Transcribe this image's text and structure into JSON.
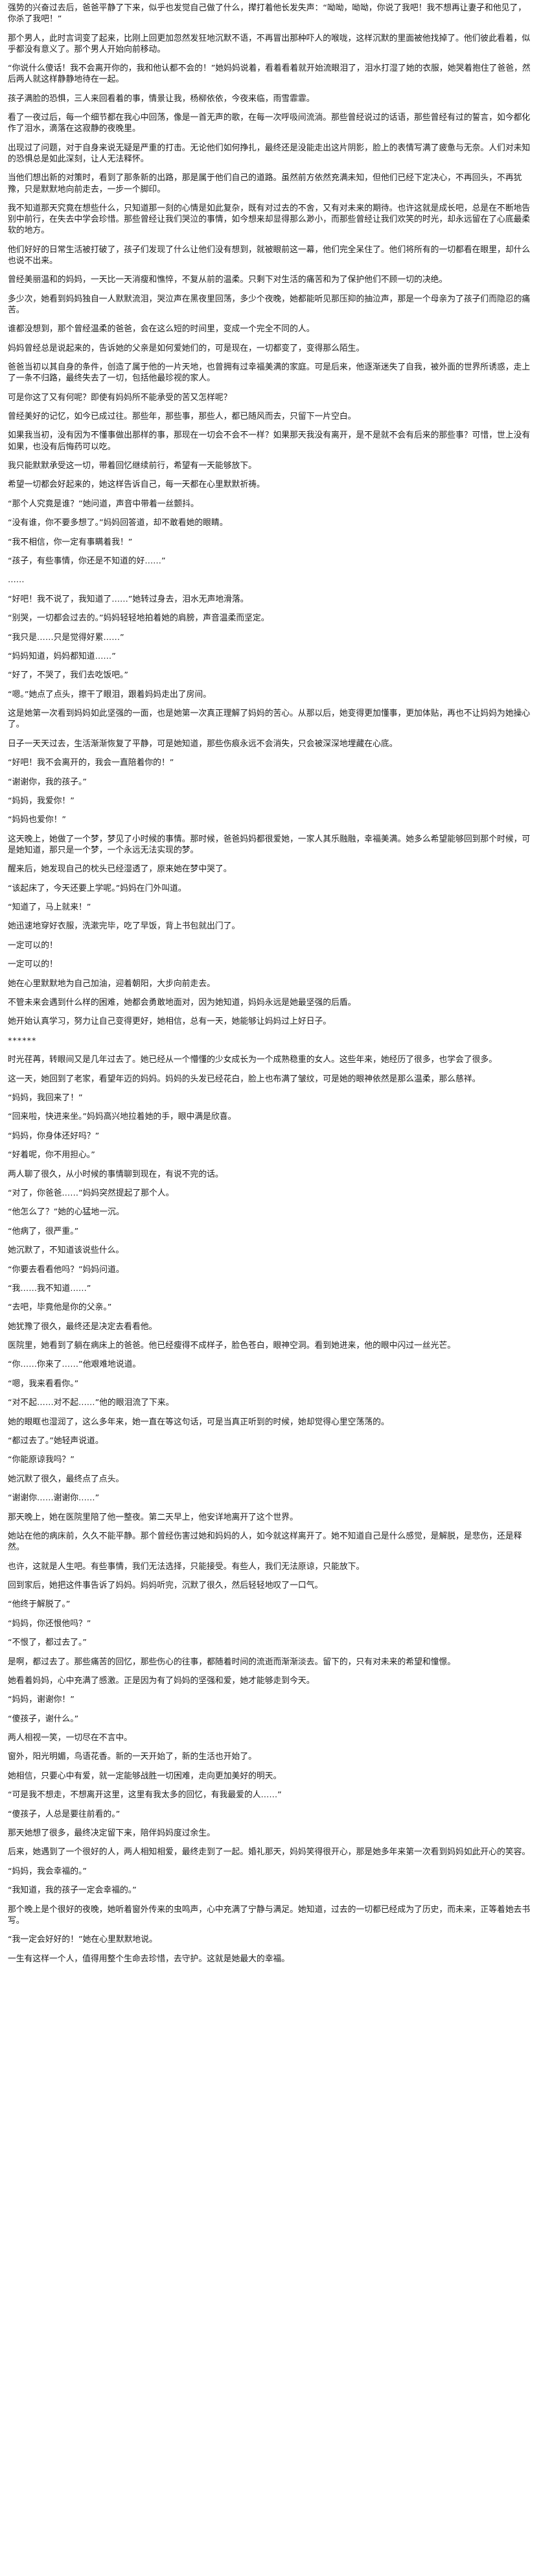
{
  "article": {
    "paragraphs": [
      "强势的兴奋过去后，爸爸平静了下来，似乎也发觉自己做了什么，撵打着他长发失声：“呦呦，呦呦，你说了我吧！我不想再让妻子和他见了，你杀了我吧！”",
      "那个男人，此时言词变了起来，比刚上回更加忽然发狂地沉默不语，不再冒出那种吓人的喉咙，这样沉默的里面被他找掉了。他们彼此看着，似乎都没有意义了。那个男人开始向前移动。",
      "“你说什么傻话！我不会离开你的，我和他认都不会的！”她妈妈说着，看着看着就开始流眼泪了，泪水打湿了她的衣服，她哭着抱住了爸爸，然后两人就这样静静地待在一起。",
      "孩子满脸的恐惧，三人来回看着的事，情景让我，杨柳依依，今夜来临，雨雪霏霏。",
      "看了一夜过后，每一个细节都在我心中回荡，像是一首无声的歌，在每一次呼吸间流淌。那些曾经说过的话语，那些曾经有过的誓言，如今都化作了泪水，滴落在这寂静的夜晚里。",
      "出现过了问题，对于自身来说无疑是严重的打击。无论他们如何挣扎，最终还是没能走出这片阴影，脸上的表情写满了疲惫与无奈。人们对未知的恐惧总是如此深刻，让人无法释怀。",
      "当他们想出新的对策时，看到了那条新的出路，那是属于他们自己的道路。虽然前方依然充满未知，但他们已经下定决心，不再回头，不再犹豫，只是默默地向前走去，一步一个脚印。",
      "我不知道那天究竟在想些什么，只知道那一刻的心情是如此复杂，既有对过去的不舍，又有对未来的期待。也许这就是成长吧，总是在不断地告别中前行，在失去中学会珍惜。那些曾经让我们哭泣的事情，如今想来却显得那么渺小，而那些曾经让我们欢笑的时光，却永远留在了心底最柔软的地方。",
      "他们好好的日常生活被打破了，孩子们发现了什么让他们没有想到，就被眼前这一幕，他们完全呆住了。他们将所有的一切都看在眼里，却什么也说不出来。",
      "曾经美丽温和的妈妈，一天比一天消瘦和憔悴，不复从前的温柔。只剩下对生活的痛苦和为了保护他们不顾一切的决绝。",
      "多少次，她看到妈妈独自一人默默流泪，哭泣声在黑夜里回荡，多少个夜晚，她都能听见那压抑的抽泣声，那是一个母亲为了孩子们而隐忍的痛苦。",
      "谁都没想到，那个曾经温柔的爸爸，会在这么短的时间里，变成一个完全不同的人。",
      "妈妈曾经总是说起来的，告诉她的父亲是如何爱她们的，可是现在，一切都变了，变得那么陌生。",
      "爸爸当初以其自身的条件，创造了属于他的一片天地，也曾拥有过幸福美满的家庭。可是后来，他逐渐迷失了自我，被外面的世界所诱惑，走上了一条不归路，最终失去了一切，包括他最珍视的家人。",
      "可是你这了又有何呢？即使有妈妈所不能承受的苦又怎样呢？",
      "曾经美好的记忆，如今已成过往。那些年，那些事，那些人，都已随风而去，只留下一片空白。",
      "如果我当初，没有因为不懂事做出那样的事，那现在一切会不会不一样？如果那天我没有离开，是不是就不会有后来的那些事？可惜，世上没有如果，也没有后悔药可以吃。",
      "我只能默默承受这一切，带着回忆继续前行，希望有一天能够放下。",
      "希望一切都会好起来的，她这样告诉自己，每一天都在心里默默祈祷。",
      "“那个人究竟是谁？”她问道，声音中带着一丝颤抖。",
      "“没有谁，你不要多想了。”妈妈回答道，却不敢看她的眼睛。",
      "“我不相信，你一定有事瞒着我！”",
      "“孩子，有些事情，你还是不知道的好……”",
      "……",
      "“好吧！我不说了，我知道了……”她转过身去，泪水无声地滑落。",
      "“别哭，一切都会过去的。”妈妈轻轻地拍着她的肩膀，声音温柔而坚定。",
      "“我只是……只是觉得好累……”",
      "“妈妈知道，妈妈都知道……”",
      "“好了，不哭了，我们去吃饭吧。”",
      "“嗯。”她点了点头，擦干了眼泪，跟着妈妈走出了房间。",
      "这是她第一次看到妈妈如此坚强的一面，也是她第一次真正理解了妈妈的苦心。从那以后，她变得更加懂事，更加体贴，再也不让妈妈为她操心了。",
      "日子一天天过去，生活渐渐恢复了平静，可是她知道，那些伤痕永远不会消失，只会被深深地埋藏在心底。",
      "“好吧！我不会离开的，我会一直陪着你的！”",
      "“谢谢你，我的孩子。”",
      "“妈妈，我爱你！”",
      "“妈妈也爱你！”",
      "这天晚上，她做了一个梦，梦见了小时候的事情。那时候，爸爸妈妈都很爱她，一家人其乐融融，幸福美满。她多么希望能够回到那个时候，可是她知道，那只是一个梦，一个永远无法实现的梦。",
      "醒来后，她发现自己的枕头已经湿透了，原来她在梦中哭了。",
      "“该起床了，今天还要上学呢。”妈妈在门外叫道。",
      "“知道了，马上就来！”",
      "她迅速地穿好衣服，洗漱完毕，吃了早饭，背上书包就出门了。",
      "一定可以的！",
      "一定可以的！",
      "她在心里默默地为自己加油，迎着朝阳，大步向前走去。",
      "不管未来会遇到什么样的困难，她都会勇敢地面对，因为她知道，妈妈永远是她最坚强的后盾。",
      "她开始认真学习，努力让自己变得更好，她相信，总有一天，她能够让妈妈过上好日子。",
      "******",
      "时光荏苒，转眼间又是几年过去了。她已经从一个懵懂的少女成长为一个成熟稳重的女人。这些年来，她经历了很多，也学会了很多。",
      "这一天，她回到了老家，看望年迈的妈妈。妈妈的头发已经花白，脸上也布满了皱纹，可是她的眼神依然是那么温柔，那么慈祥。",
      "“妈妈，我回来了！”",
      "“回来啦，快进来坐。”妈妈高兴地拉着她的手，眼中满是欣喜。",
      "“妈妈，你身体还好吗？”",
      "“好着呢，你不用担心。”",
      "两人聊了很久，从小时候的事情聊到现在，有说不完的话。",
      "“对了，你爸爸……”妈妈突然提起了那个人。",
      "“他怎么了？”她的心猛地一沉。",
      "“他病了，很严重。”",
      "她沉默了，不知道该说些什么。",
      "“你要去看看他吗？”妈妈问道。",
      "“我……我不知道……”",
      "“去吧，毕竟他是你的父亲。”",
      "她犹豫了很久，最终还是决定去看看他。",
      "医院里，她看到了躺在病床上的爸爸。他已经瘦得不成样子，脸色苍白，眼神空洞。看到她进来，他的眼中闪过一丝光芒。",
      "“你……你来了……”他艰难地说道。",
      "“嗯，我来看看你。”",
      "“对不起……对不起……”他的眼泪流了下来。",
      "她的眼眶也湿润了，这么多年来，她一直在等这句话，可是当真正听到的时候，她却觉得心里空荡荡的。",
      "“都过去了。”她轻声说道。",
      "“你能原谅我吗？”",
      "她沉默了很久，最终点了点头。",
      "“谢谢你……谢谢你……”",
      "那天晚上，她在医院里陪了他一整夜。第二天早上，他安详地离开了这个世界。",
      "她站在他的病床前，久久不能平静。那个曾经伤害过她和妈妈的人，如今就这样离开了。她不知道自己是什么感觉，是解脱，是悲伤，还是释然。",
      "也许，这就是人生吧。有些事情，我们无法选择，只能接受。有些人，我们无法原谅，只能放下。",
      "回到家后，她把这件事告诉了妈妈。妈妈听完，沉默了很久，然后轻轻地叹了一口气。",
      "“他终于解脱了。”",
      "“妈妈，你还恨他吗？”",
      "“不恨了，都过去了。”",
      "是啊，都过去了。那些痛苦的回忆，那些伤心的往事，都随着时间的流逝而渐渐淡去。留下的，只有对未来的希望和憧憬。",
      "她看着妈妈，心中充满了感激。正是因为有了妈妈的坚强和爱，她才能够走到今天。",
      "“妈妈，谢谢你！”",
      "“傻孩子，谢什么。”",
      "两人相视一笑，一切尽在不言中。",
      "窗外，阳光明媚，鸟语花香。新的一天开始了，新的生活也开始了。",
      "她相信，只要心中有爱，就一定能够战胜一切困难，走向更加美好的明天。",
      "“可是我不想走，不想离开这里，这里有我太多的回忆，有我最爱的人……”",
      "“傻孩子，人总是要往前看的。”",
      "那天她想了很多，最终决定留下来，陪伴妈妈度过余生。",
      "后来，她遇到了一个很好的人，两人相知相爱，最终走到了一起。婚礼那天，妈妈笑得很开心，那是她多年来第一次看到妈妈如此开心的笑容。",
      "“妈妈，我会幸福的。”",
      "“我知道，我的孩子一定会幸福的。”",
      "那个晚上是个很好的夜晚，她听着窗外传来的虫鸣声，心中充满了宁静与满足。她知道，过去的一切都已经成为了历史，而未来，正等着她去书写。",
      "“我一定会好好的！”她在心里默默地说。",
      "一生有这样一个人，值得用整个生命去珍惜，去守护。这就是她最大的幸福。"
    ]
  }
}
